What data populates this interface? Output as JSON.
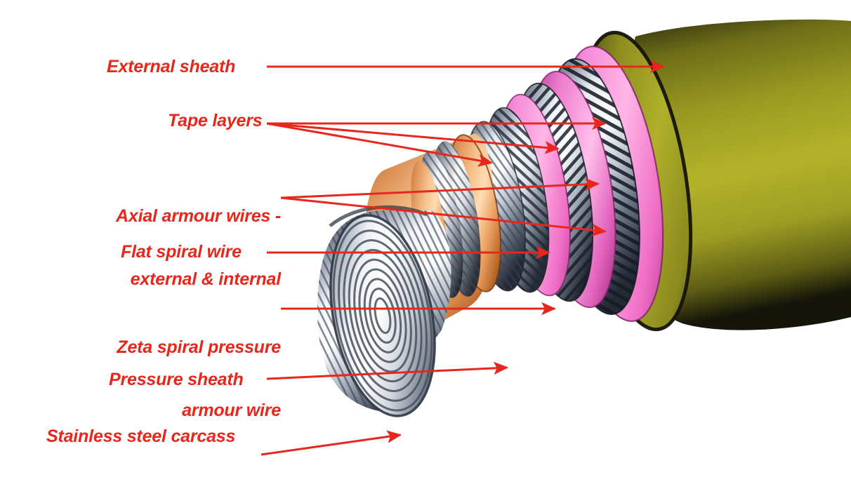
{
  "figure": {
    "title": "Flexible pipe cross-section cutaway",
    "background_color": "#ffffff",
    "label_color": "#e8271c",
    "leader_color": "#e8271c"
  },
  "callouts": [
    {
      "id": "external-sheath",
      "text": "External sheath",
      "line1": "External sheath",
      "line2": "",
      "arrow_count": 1
    },
    {
      "id": "tape-layers",
      "text": "Tape layers",
      "line1": "Tape layers",
      "line2": "",
      "arrow_count": 3
    },
    {
      "id": "axial-armour-wires",
      "text": "Axial armour wires - external & internal",
      "line1": "Axial armour wires -",
      "line2": "external & internal",
      "arrow_count": 2
    },
    {
      "id": "flat-spiral-wire",
      "text": "Flat spiral wire",
      "line1": "Flat spiral wire",
      "line2": "",
      "arrow_count": 1
    },
    {
      "id": "zeta-spiral-pressure-armour-wire",
      "text": "Zeta spiral pressure armour wire",
      "line1": "Zeta spiral pressure",
      "line2": "armour wire",
      "arrow_count": 1
    },
    {
      "id": "pressure-sheath",
      "text": "Pressure sheath",
      "line1": "Pressure sheath",
      "line2": "",
      "arrow_count": 1
    },
    {
      "id": "stainless-steel-carcass",
      "text": "Stainless steel carcass",
      "line1": "Stainless steel carcass",
      "line2": "",
      "arrow_count": 1
    }
  ],
  "layers": [
    {
      "name": "External sheath",
      "color": "#8d8d1e",
      "description": "outer olive-yellow polymer jacket"
    },
    {
      "name": "Tape layers",
      "color": "#ef78cf",
      "description": "pink anti-wear tape wraps"
    },
    {
      "name": "Axial armour wires",
      "color": "#c9ced8",
      "description": "cross-hatched steel tensile armour, external and internal"
    },
    {
      "name": "Flat spiral wire",
      "color": "#d5dae2",
      "description": "flat steel spiral layer"
    },
    {
      "name": "Zeta spiral pressure armour wire",
      "color": "#b9c0cb",
      "description": "interlocked zeta profile steel wire"
    },
    {
      "name": "Pressure sheath",
      "color": "#e8a070",
      "description": "orange polymer internal pressure barrier"
    },
    {
      "name": "Stainless steel carcass",
      "color": "#aeb4bd",
      "description": "innermost interlocked stainless steel strip"
    }
  ]
}
